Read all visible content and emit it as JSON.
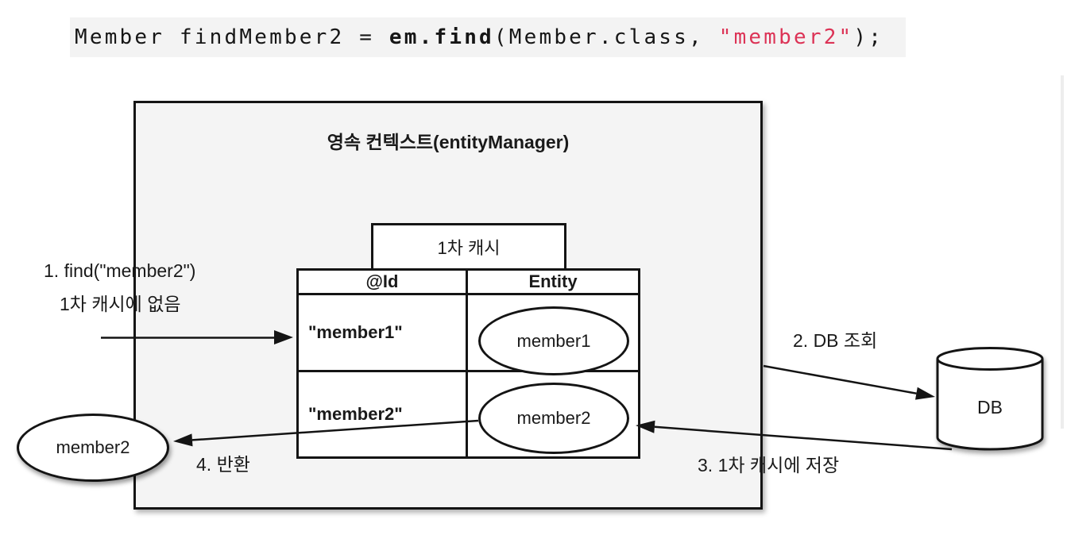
{
  "code_line": {
    "segments": [
      {
        "text": "Member findMember2 = "
      },
      {
        "text": "em.find"
      },
      {
        "text": "(Member.class, "
      },
      {
        "text": "\"member2\""
      },
      {
        "text": ");"
      }
    ]
  },
  "colors": {
    "string_red": "#dc3356",
    "code_bg": "#f3f3f3",
    "context_box_bg": "#f4f4f4",
    "line_black": "#141414"
  },
  "persistence_context": {
    "title": "영속 컨텍스트(entityManager)",
    "first_level_cache_label": "1차 캐시",
    "cache_table": {
      "headers": [
        "@Id",
        "Entity"
      ],
      "rows": [
        {
          "id": "\"member1\"",
          "entity": "member1"
        },
        {
          "id": "\"member2\"",
          "entity": "member2"
        }
      ]
    }
  },
  "db": {
    "label": "DB"
  },
  "returned_entity": {
    "label": "member2"
  },
  "steps": {
    "step1_line1": "1. find(\"member2\")",
    "step1_line2": "1차 캐시에 없음",
    "step2": "2. DB 조회",
    "step3": "3. 1차 캐시에 저장",
    "step4": "4. 반환"
  }
}
